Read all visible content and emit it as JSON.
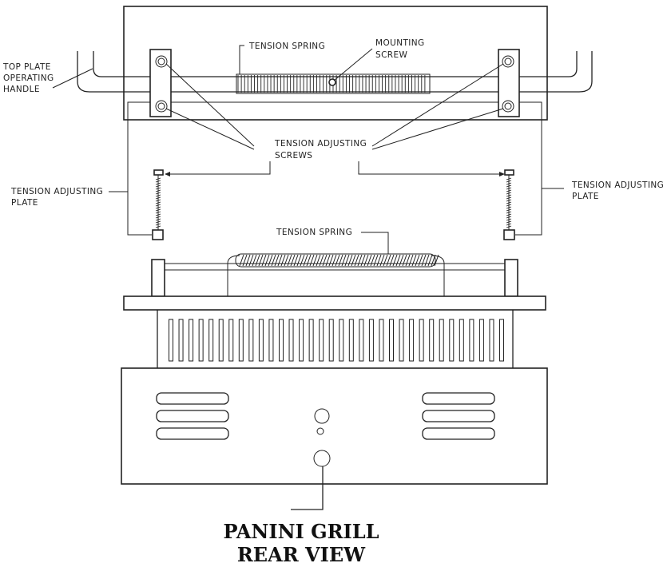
{
  "diagram": {
    "labels": {
      "tension_spring_top": "TENSION SPRING",
      "mounting_screw_1": "MOUNTING",
      "mounting_screw_2": "SCREW",
      "top_plate_1": "TOP PLATE",
      "top_plate_2": "OPERATING",
      "top_plate_3": "HANDLE",
      "adjusting_screws_1": "TENSION ADJUSTING",
      "adjusting_screws_2": "SCREWS",
      "adjusting_plate_left_1": "TENSION ADJUSTING",
      "adjusting_plate_left_2": "PLATE",
      "adjusting_plate_right_1": "TENSION ADJUSTING",
      "adjusting_plate_right_2": "PLATE",
      "tension_spring_mid": "TENSION SPRING"
    },
    "title": {
      "line1": "PANINI GRILL",
      "line2": "REAR VIEW"
    },
    "counts": {
      "top_spring_coils": 58,
      "middle_vents": 34,
      "side_vents_per_column": 3
    }
  }
}
